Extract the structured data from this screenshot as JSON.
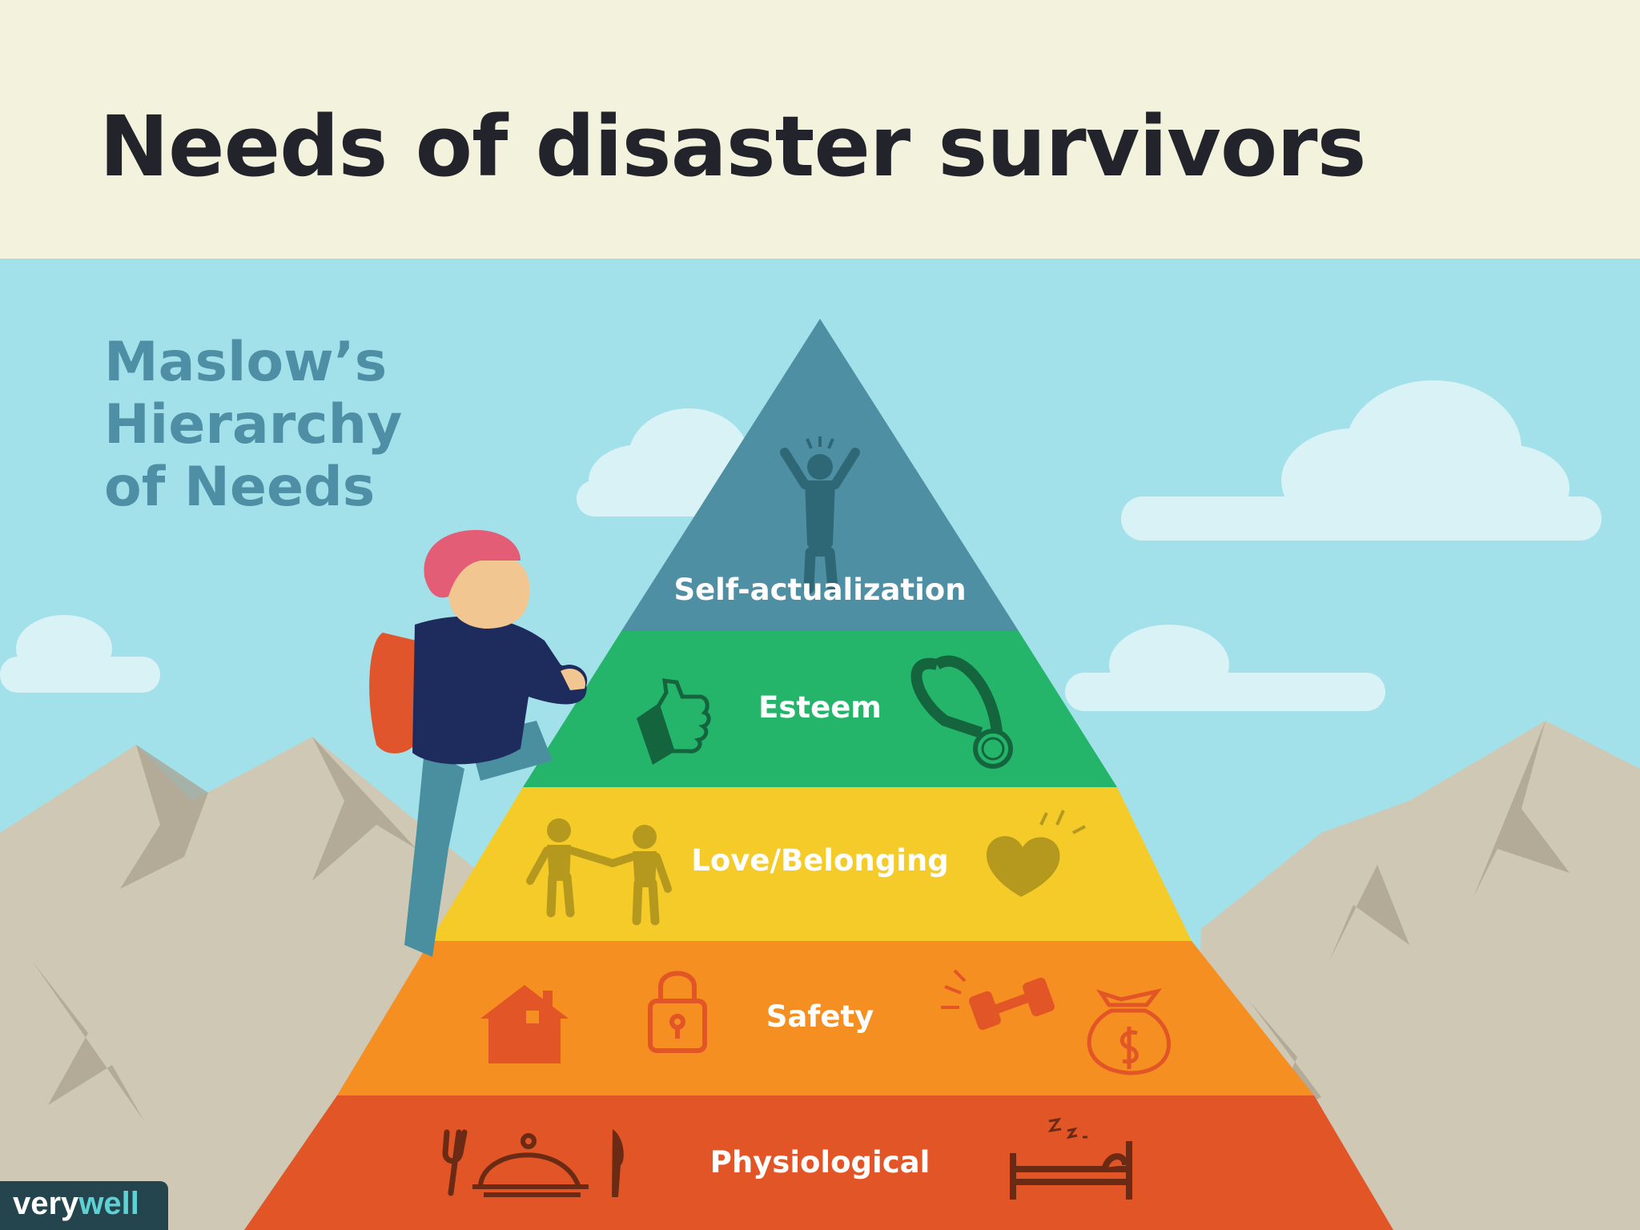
{
  "slide": {
    "title": "Needs of disaster survivors"
  },
  "diagram": {
    "heading_lines": [
      "Maslow’s",
      "Hierarchy",
      "of Needs"
    ],
    "levels": [
      {
        "label": "Self-actualization",
        "color": "#4f8fa3"
      },
      {
        "label": "Esteem",
        "color": "#24b56b"
      },
      {
        "label": "Love/Belonging",
        "color": "#f4cb28"
      },
      {
        "label": "Safety",
        "color": "#f58f22"
      },
      {
        "label": "Physiological",
        "color": "#e15527"
      }
    ],
    "icons": [
      "person-arms-raised-icon",
      "thumbs-up-icon",
      "medal-icon",
      "two-people-holding-hands-icon",
      "heart-icon",
      "house-icon",
      "padlock-icon",
      "dumbbell-icon",
      "money-bag-icon",
      "fork-icon",
      "food-cloche-icon",
      "knife-icon",
      "bed-icon"
    ]
  },
  "brand": {
    "part1": "very",
    "part2": "well"
  }
}
